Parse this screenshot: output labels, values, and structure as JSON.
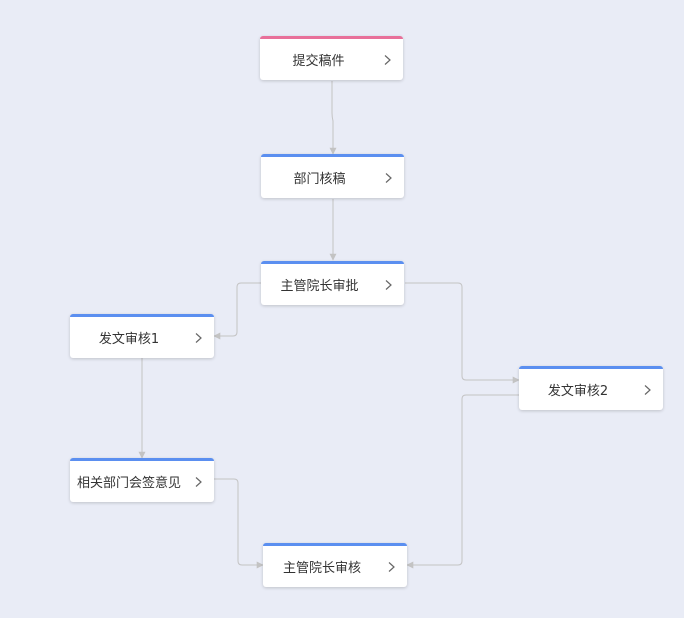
{
  "nodes": {
    "submit": {
      "label": "提交稿件"
    },
    "dept_review": {
      "label": "部门核稿"
    },
    "head_approve": {
      "label": "主管院长审批"
    },
    "review1": {
      "label": "发文审核1"
    },
    "review2": {
      "label": "发文审核2"
    },
    "countersign": {
      "label": "相关部门会签意见"
    },
    "head_review": {
      "label": "主管院长审核"
    }
  },
  "colors": {
    "start_accent": "#e8709a",
    "node_accent": "#5b8ff0",
    "edge": "#c3c3c3",
    "background": "#e9ecf6"
  },
  "icons": {
    "node_action": "chevron-right-icon",
    "edge_end": "arrowhead"
  }
}
